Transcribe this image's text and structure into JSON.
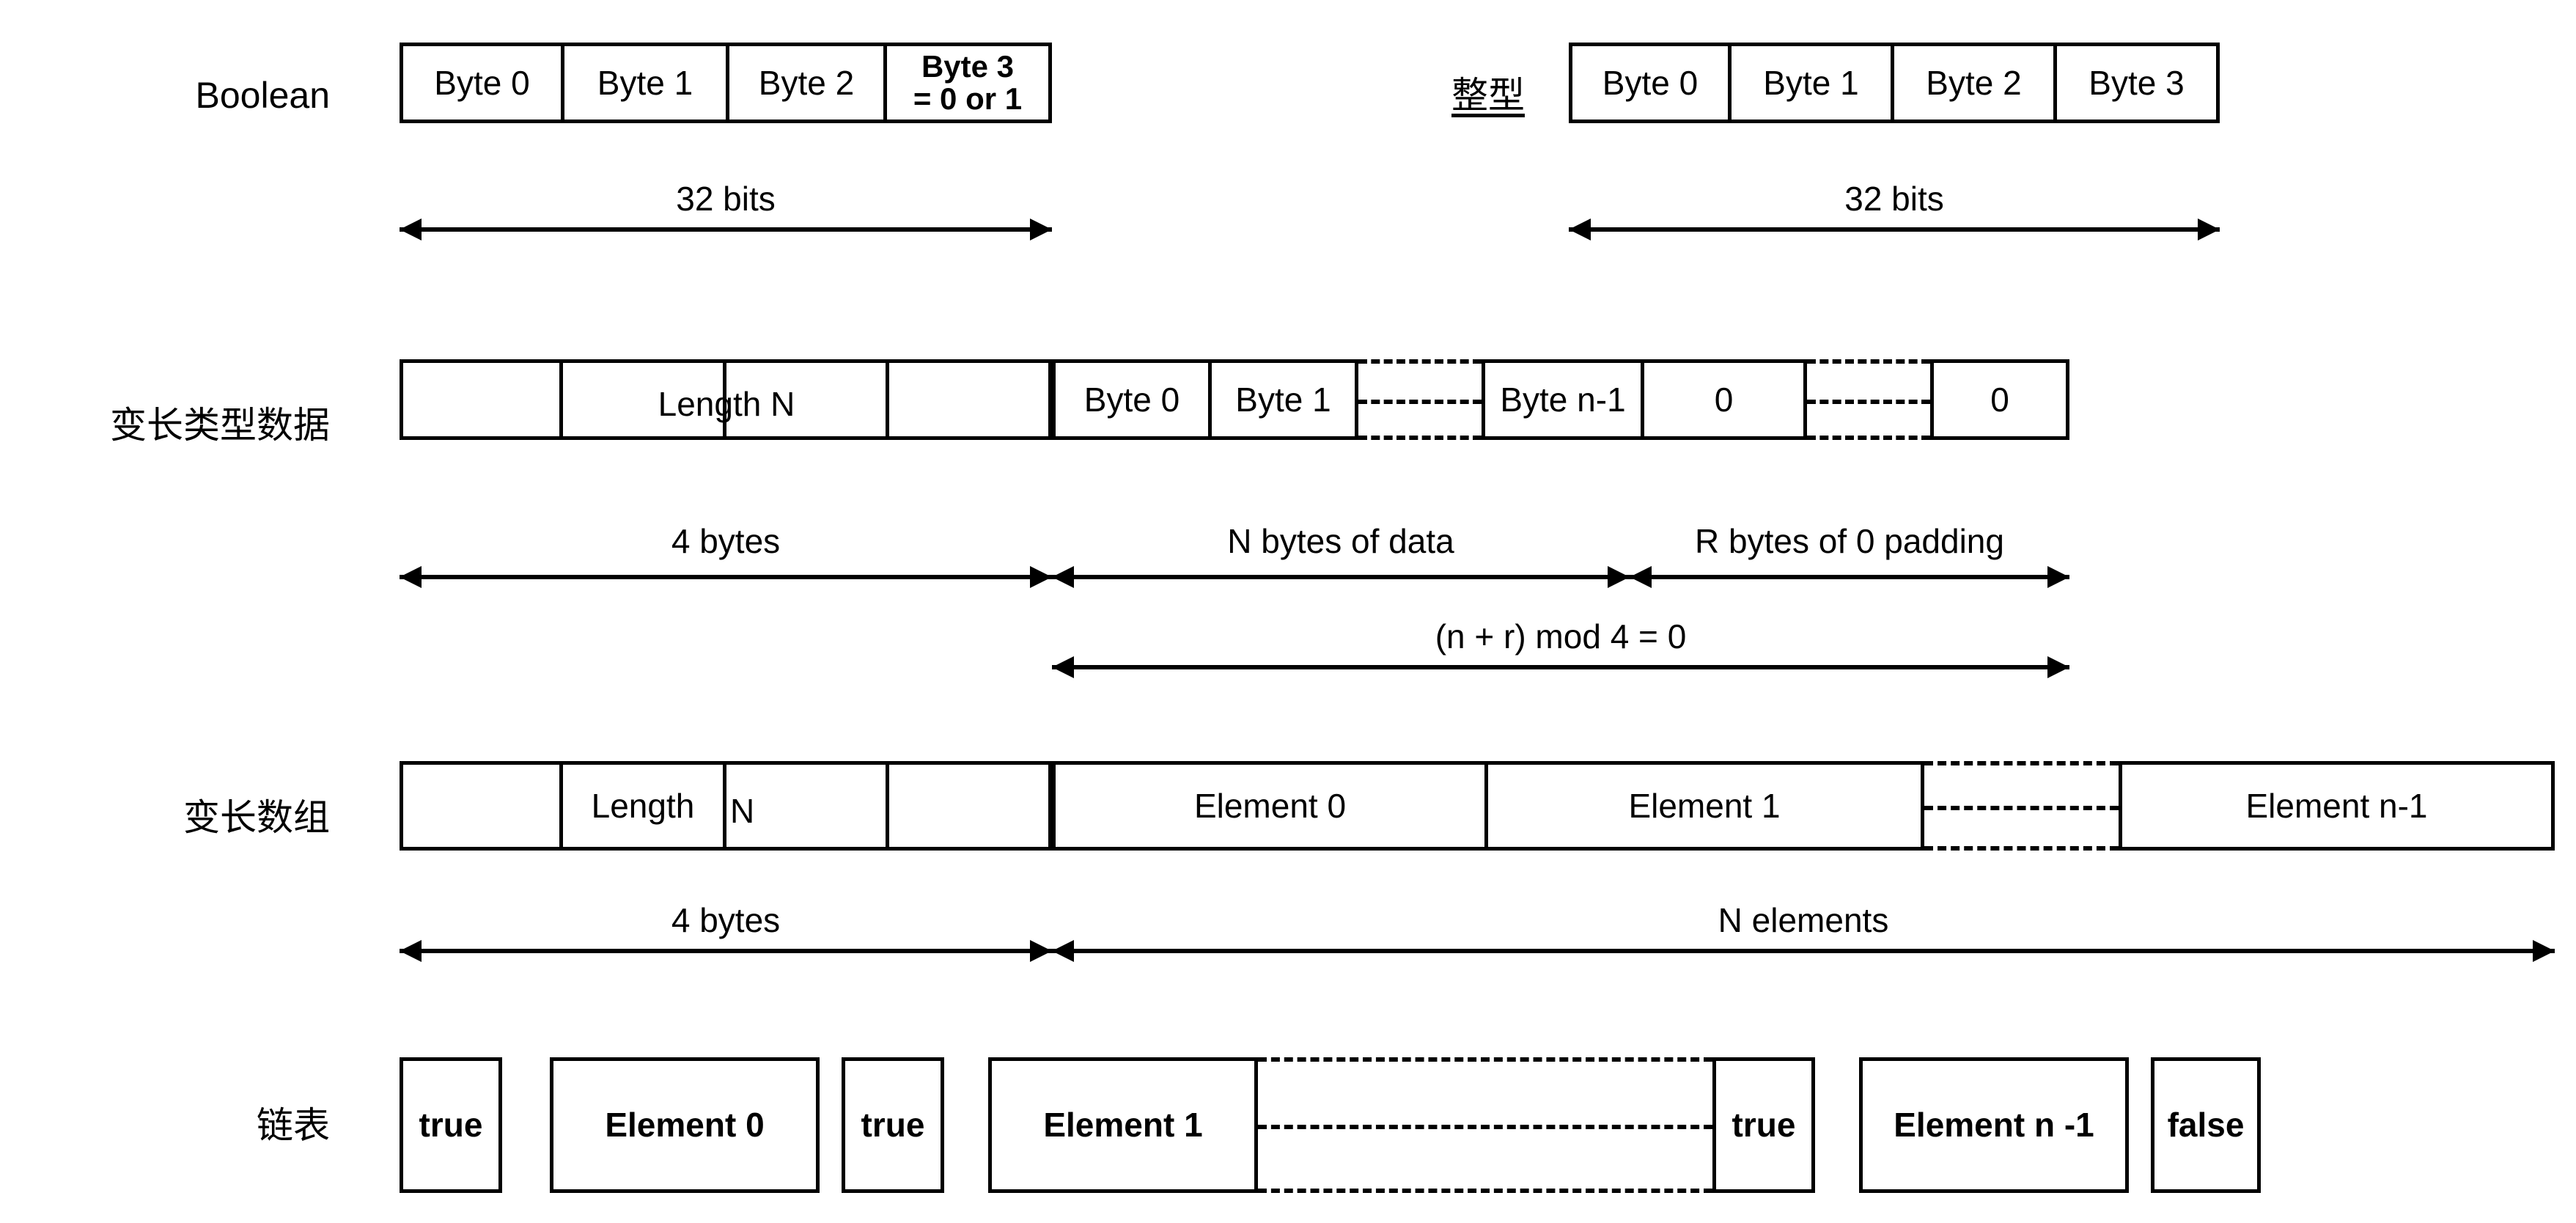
{
  "diagram": {
    "title": "Data type wire encoding layouts",
    "background_color": "#ffffff",
    "line_color": "#000000",
    "rows": [
      {
        "id": "boolean",
        "label": "Boolean",
        "cells": [
          "Byte 0",
          "Byte 1",
          "Byte 2",
          "Byte 3\n= 0 or 1"
        ],
        "cell_0": "Byte 0",
        "cell_1": "Byte 1",
        "cell_2": "Byte 2",
        "cell_3_line1": "Byte 3",
        "cell_3_line2": "= 0 or 1",
        "dimension": "32 bits"
      },
      {
        "id": "integer",
        "label": "整型",
        "cell_0": "Byte 0",
        "cell_1": "Byte 1",
        "cell_2": "Byte 2",
        "cell_3": "Byte 3",
        "dimension": "32 bits"
      },
      {
        "id": "variable-length-data",
        "label": "变长类型数据",
        "length_field": "Length N",
        "data_cells": [
          "Byte 0",
          "Byte 1"
        ],
        "data_cell_0": "Byte 0",
        "data_cell_1": "Byte 1",
        "data_cell_last": "Byte n-1",
        "pad_cell_0": "0",
        "pad_cell_last": "0",
        "dim_length": "4 bytes",
        "dim_data": "N bytes of data",
        "dim_padding": "R bytes of 0 padding",
        "dim_total": "(n + r) mod 4 = 0"
      },
      {
        "id": "variable-length-array",
        "label": "变长数组",
        "length_field_left": "Length",
        "length_field_right": "N",
        "element_0": "Element 0",
        "element_1": "Element 1",
        "element_last": "Element n-1",
        "dim_length": "4 bytes",
        "dim_elements": "N elements"
      },
      {
        "id": "linked-list",
        "label": "链表",
        "flag_0": "true",
        "element_0": "Element 0",
        "flag_1": "true",
        "element_1": "Element 1",
        "flag_last": "true",
        "element_last": "Element n -1",
        "flag_end": "false"
      }
    ]
  }
}
